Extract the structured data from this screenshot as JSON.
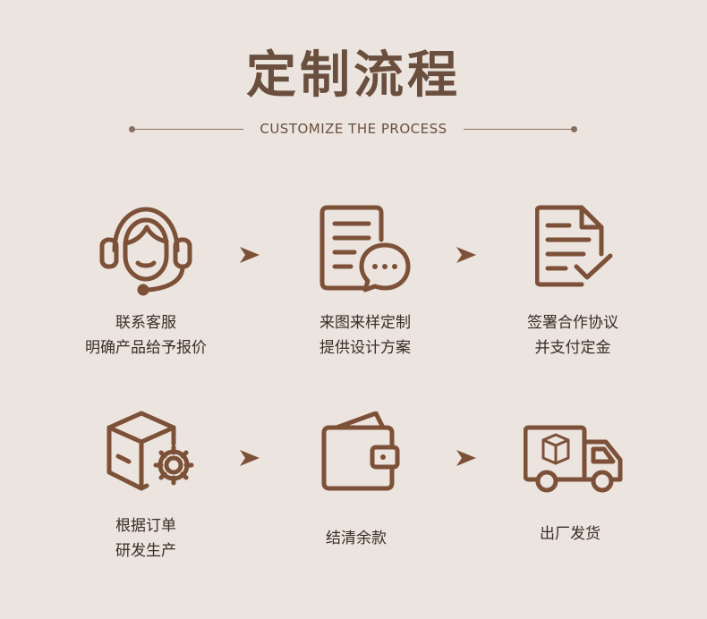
{
  "header": {
    "title": "定制流程",
    "subtitle": "CUSTOMIZE THE PROCESS"
  },
  "colors": {
    "background": "#ece4df",
    "accent": "#7d5138",
    "title": "#6a4f3e",
    "text": "#3a2e27"
  },
  "steps": [
    {
      "icon": "customer-service-headset-icon",
      "line1": "联系客服",
      "line2": "明确产品给予报价"
    },
    {
      "icon": "document-chat-icon",
      "line1": "来图来样定制",
      "line2": "提供设计方案"
    },
    {
      "icon": "signed-contract-icon",
      "line1": "签署合作协议",
      "line2": "并支付定金"
    },
    {
      "icon": "box-gear-icon",
      "line1": "根据订单",
      "line2": "研发生产"
    },
    {
      "icon": "wallet-icon",
      "line1": "结清余款",
      "line2": ""
    },
    {
      "icon": "delivery-truck-icon",
      "line1": "出厂发货",
      "line2": ""
    }
  ]
}
